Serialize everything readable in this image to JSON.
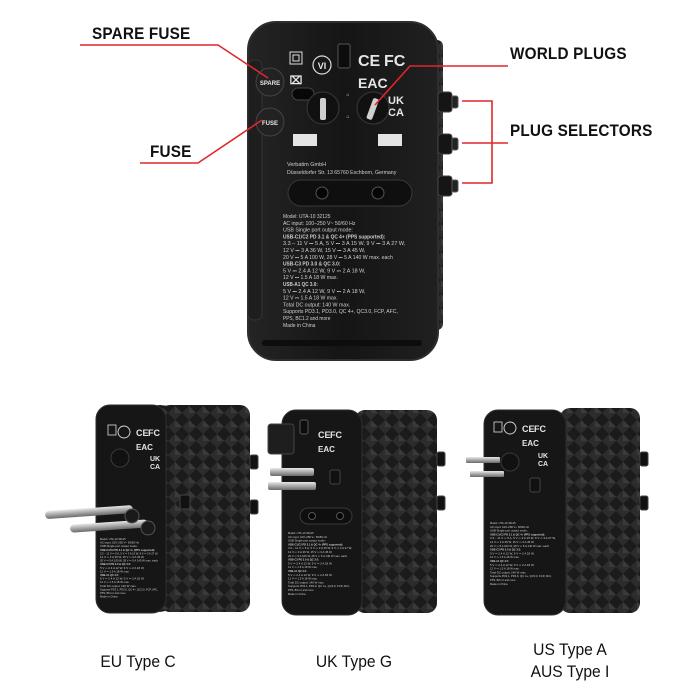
{
  "callouts": {
    "spare_fuse": "SPARE FUSE",
    "fuse": "FUSE",
    "world_plugs": "WORLD PLUGS",
    "plug_selectors": "PLUG SELECTORS"
  },
  "captions": {
    "eu": "EU Type C",
    "uk": "UK Type G",
    "us_line1": "US Type A",
    "us_line2": "AUS Type I"
  },
  "device": {
    "fuse_label": "FUSE",
    "spare_label": "SPARE",
    "maker_line1": "Verbatim GmbH",
    "maker_line2": "Düsseldorfer Str. 13 65760 Eschborn, Germany",
    "cert_ce": "CE",
    "cert_fc": "FC",
    "cert_eac": "EAC",
    "cert_uk": "UK",
    "cert_ca": "CA",
    "spec_lines": [
      "Model: UTA-10 32125",
      "AC input: 100–250 V~ 50/60 Hz",
      "USB Single port output mode:",
      "USB-C1/C2 PD 3.1 & QC 4+ (PPS supported):",
      "3.3 – 11 V ⎓ 5 A, 5 V ⎓ 3 A 15 W, 9 V ⎓ 3 A 27 W,",
      "12 V ⎓ 3 A 36 W, 15 V ⎓ 3 A 45 W,",
      "20 V ⎓ 5 A 100 W, 28 V ⎓ 5 A 140 W max. each",
      "USB-C3 PD 3.0 & QC 3.0:",
      "5 V ⎓ 2.4 A 12 W, 9 V ⎓ 2 A 18 W,",
      "12 V ⎓ 1.5 A 18 W max.",
      "USB-A1 QC 3.0:",
      "5 V ⎓ 2.4 A 12 W, 9 V ⎓ 2 A 18 W,",
      "12 V ⎓ 1.5 A 18 W max.",
      "Total DC output: 140 W max.",
      "Supports PD3.1, PD3.0, QC 4+, QC3.0, FCP, AFC,",
      "PPS, BC1.2 and more",
      "Made in China"
    ]
  },
  "colors": {
    "callout_line": "#e0262b",
    "body": "#141414",
    "body_edge": "#2a2a2a"
  }
}
